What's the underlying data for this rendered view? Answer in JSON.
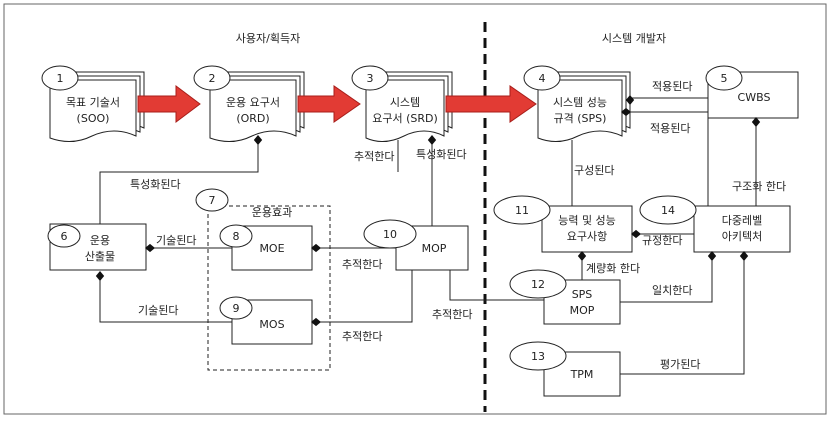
{
  "headers": {
    "left": "사용자/획득자",
    "right": "시스템 개발자"
  },
  "docs": {
    "d1": {
      "num": "1",
      "line1": "목표 기술서",
      "line2": "(SOO)"
    },
    "d2": {
      "num": "2",
      "line1": "운용 요구서",
      "line2": "(ORD)"
    },
    "d3": {
      "num": "3",
      "line1": "시스템",
      "line2": "요구서 (SRD)"
    },
    "d4": {
      "num": "4",
      "line1": "시스템 성능",
      "line2": "규격 (SPS)"
    }
  },
  "boxes": {
    "b5": {
      "num": "5",
      "line1": "CWBS"
    },
    "b6": {
      "num": "6",
      "line1": "운용",
      "line2": "산출물"
    },
    "b7": {
      "num": "7",
      "title": "운용효과"
    },
    "b8": {
      "num": "8",
      "line1": "MOE"
    },
    "b9": {
      "num": "9",
      "line1": "MOS"
    },
    "b10": {
      "num": "10",
      "line1": "MOP"
    },
    "b11": {
      "num": "11",
      "line1": "능력 및 성능",
      "line2": "요구사항"
    },
    "b12": {
      "num": "12",
      "line1": "SPS",
      "line2": "MOP"
    },
    "b13": {
      "num": "13",
      "line1": "TPM"
    },
    "b14": {
      "num": "14",
      "line1": "다중레벨",
      "line2": "아키텍처"
    }
  },
  "labels": {
    "applied1": "적용된다",
    "applied2": "적용된다",
    "characterized": "특성화된다",
    "characterized2": "특성화된다",
    "traced_top": "추적한다",
    "structured": "구성된다",
    "structuring": "구조화 한다",
    "described1": "기술된다",
    "described2": "기술된다",
    "traced_moe": "추적한다",
    "traced_mos": "추적한다",
    "traced_mop": "추적한다",
    "regulated": "규정한다",
    "quantified": "계량화 한다",
    "matched": "일치한다",
    "evaluated": "평가된다"
  }
}
